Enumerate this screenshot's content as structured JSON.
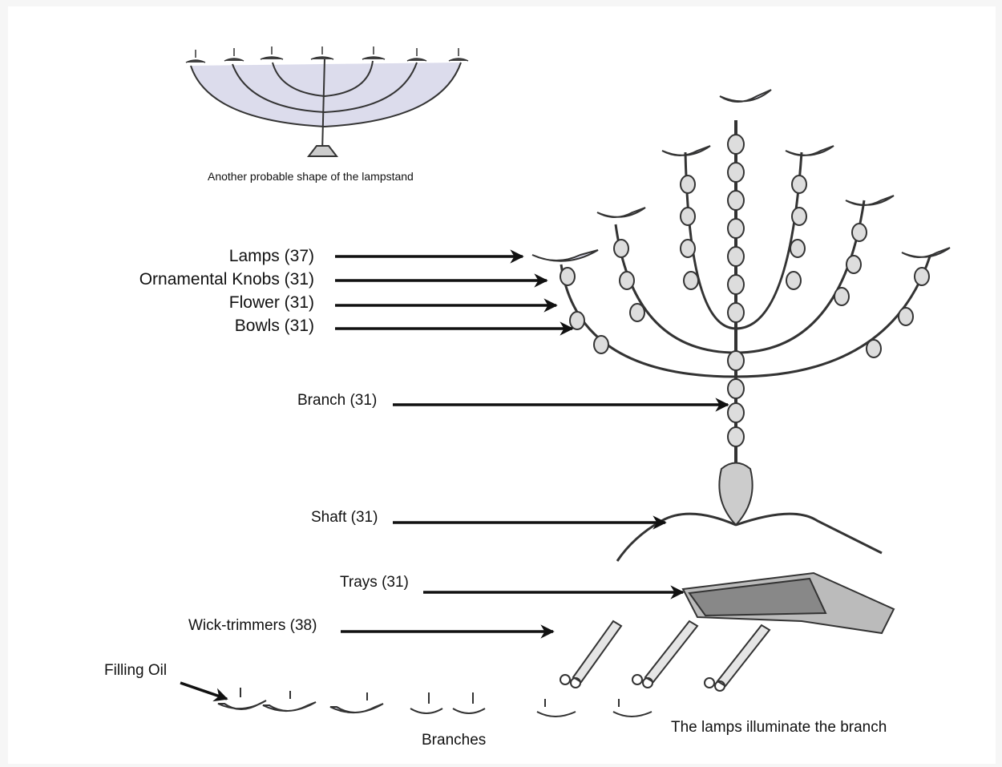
{
  "caption_top": "Another probable shape of the lampstand",
  "labels": {
    "lamps": "Lamps (37)",
    "knobs": "Ornamental Knobs (31)",
    "flower": "Flower (31)",
    "bowls": "Bowls (31)",
    "branch": "Branch (31)",
    "shaft": "Shaft (31)",
    "trays": "Trays (31)",
    "wick": "Wick-trimmers (38)",
    "filling": "Filling Oil",
    "branches": "Branches",
    "illuminate": "The lamps illuminate the branch"
  },
  "colors": {
    "ink": "#111111",
    "shade": "#d9d9ea"
  }
}
